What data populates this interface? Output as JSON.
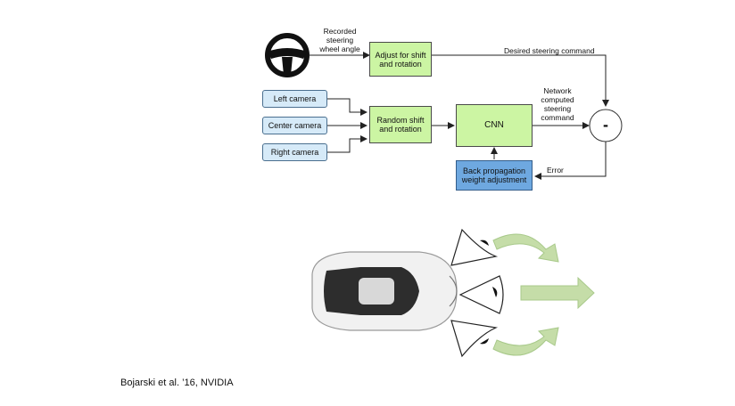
{
  "diagram": {
    "boxes": {
      "adjust": "Adjust for shift\nand rotation",
      "left_camera": "Left camera",
      "center_camera": "Center camera",
      "right_camera": "Right camera",
      "random": "Random shift\nand rotation",
      "cnn": "CNN",
      "backprop": "Back propagation\nweight adjustment"
    },
    "labels": {
      "recorded": "Recorded\nsteering\nwheel angle",
      "desired": "Desired steering command",
      "network": "Network\ncomputed\nsteering\ncommand",
      "error": "Error",
      "minus": "-"
    },
    "colors": {
      "box_green": "#ccf5a3",
      "box_blue": "#6ea8e0",
      "camera_box": "#d6eaf8",
      "arrow_green": "#c5dda8"
    },
    "icons": [
      "steering-wheel-icon",
      "car-top-view",
      "camera-view-cone",
      "curved-arrow",
      "straight-arrow"
    ]
  },
  "citation": "Bojarski et al. ’16, NVIDIA"
}
